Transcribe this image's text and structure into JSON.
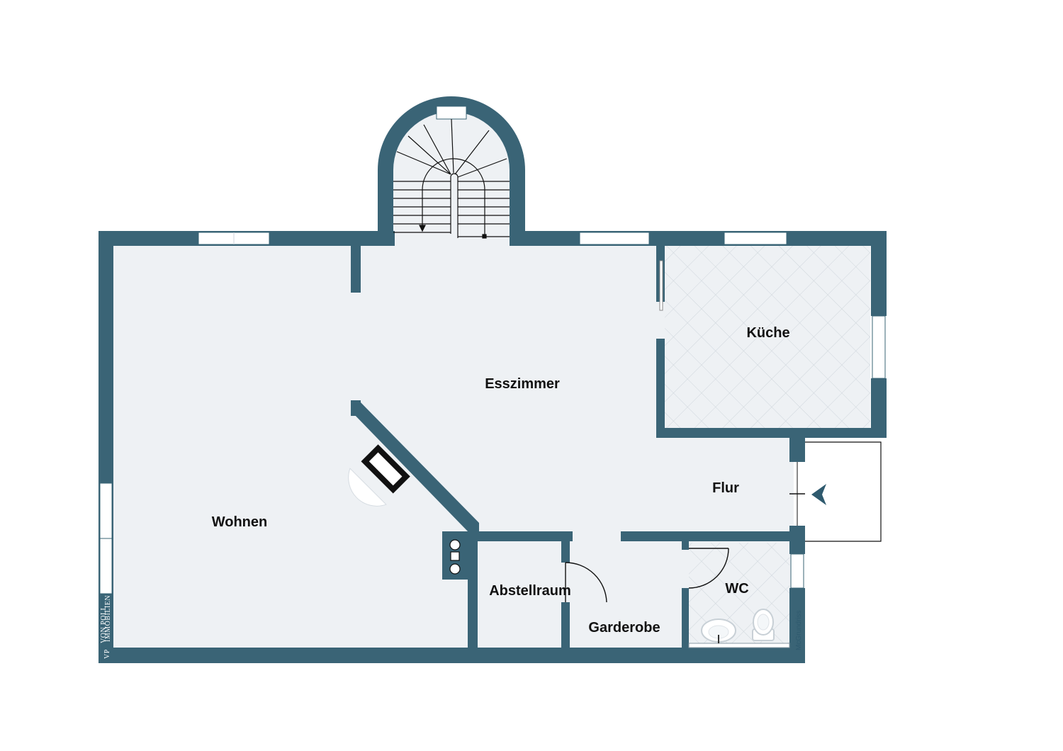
{
  "colors": {
    "wall": "#3a6476",
    "floor": "#eef1f4",
    "tile_floor": "#eef1f4",
    "tile_line": "#cfd6dc",
    "window": "#ffffff",
    "background": "#ffffff"
  },
  "rooms": {
    "wohnen": "Wohnen",
    "esszimmer": "Esszimmer",
    "kueche": "Küche",
    "flur": "Flur",
    "abstellraum": "Abstellraum",
    "garderobe": "Garderobe",
    "wc": "WC"
  },
  "branding": {
    "logo_monogram": "VP",
    "logo_name": "VON POLL",
    "logo_sub": "IMMOBILIEN",
    "credit": "McGrundriss"
  },
  "icons": {
    "entrance": "entrance-arrow-icon",
    "fireplace": "fireplace-icon",
    "stove": "stove-icon",
    "toilet": "toilet-icon",
    "sink": "sink-icon",
    "staircase": "staircase-icon"
  }
}
